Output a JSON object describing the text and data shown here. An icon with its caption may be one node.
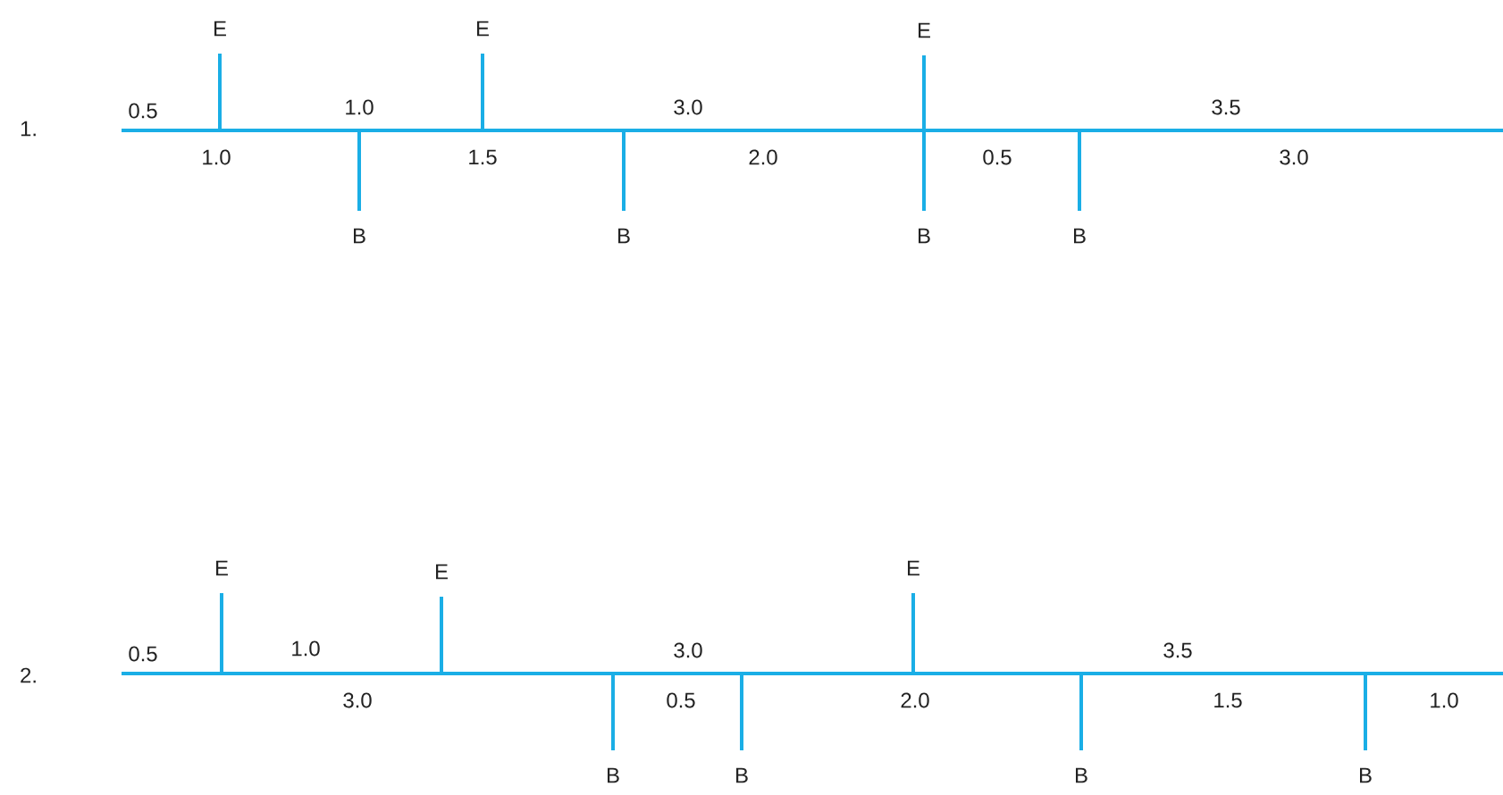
{
  "diagram": {
    "labels": [
      "1.",
      "E",
      "E",
      "E",
      "0.5",
      "1.0",
      "3.0",
      "3.5",
      "1.0",
      "1.5",
      "2.0",
      "0.5",
      "3.0",
      "B",
      "B",
      "B",
      "B",
      "2.",
      "E",
      "E",
      "E",
      "0.5",
      "1.0",
      "3.0",
      "3.5",
      "3.0",
      "0.5",
      "2.0",
      "1.5",
      "1.0",
      "B",
      "B",
      "B",
      "B"
    ]
  }
}
